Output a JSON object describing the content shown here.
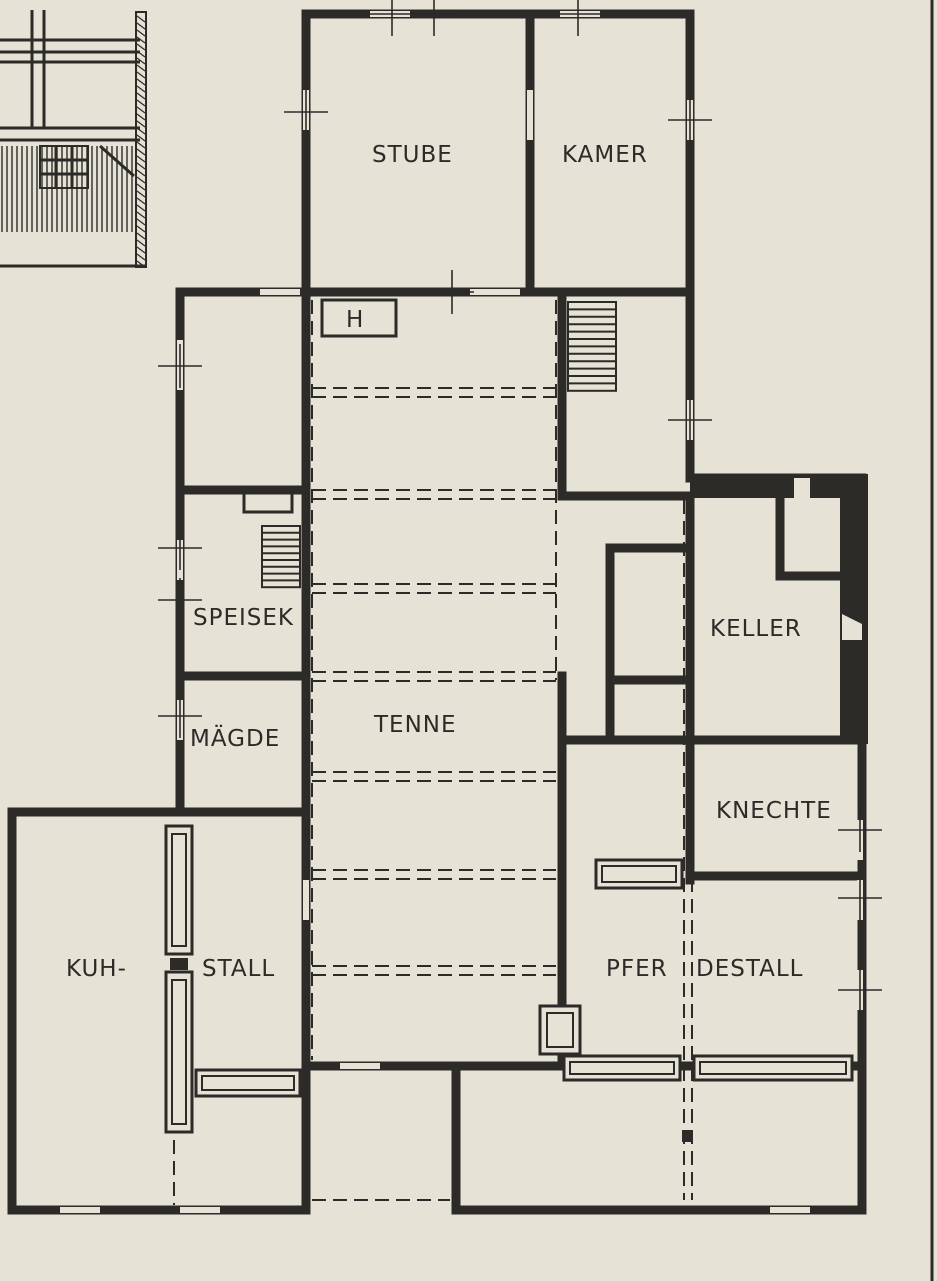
{
  "palette": {
    "paper": "#e6e2d6",
    "ink": "#2c2b28"
  },
  "rooms": {
    "stube": "STUBE",
    "kammer": "KAMER",
    "herd": "H",
    "speisek": "SPEISEK",
    "maegde": "MÄGDE",
    "tenne": "TENNE",
    "keller": "KELLER",
    "knechte": "KNECHTE",
    "kuh": "KUH-",
    "stall": "STALL",
    "pfer": "PFER",
    "destall": "DESTALL"
  }
}
